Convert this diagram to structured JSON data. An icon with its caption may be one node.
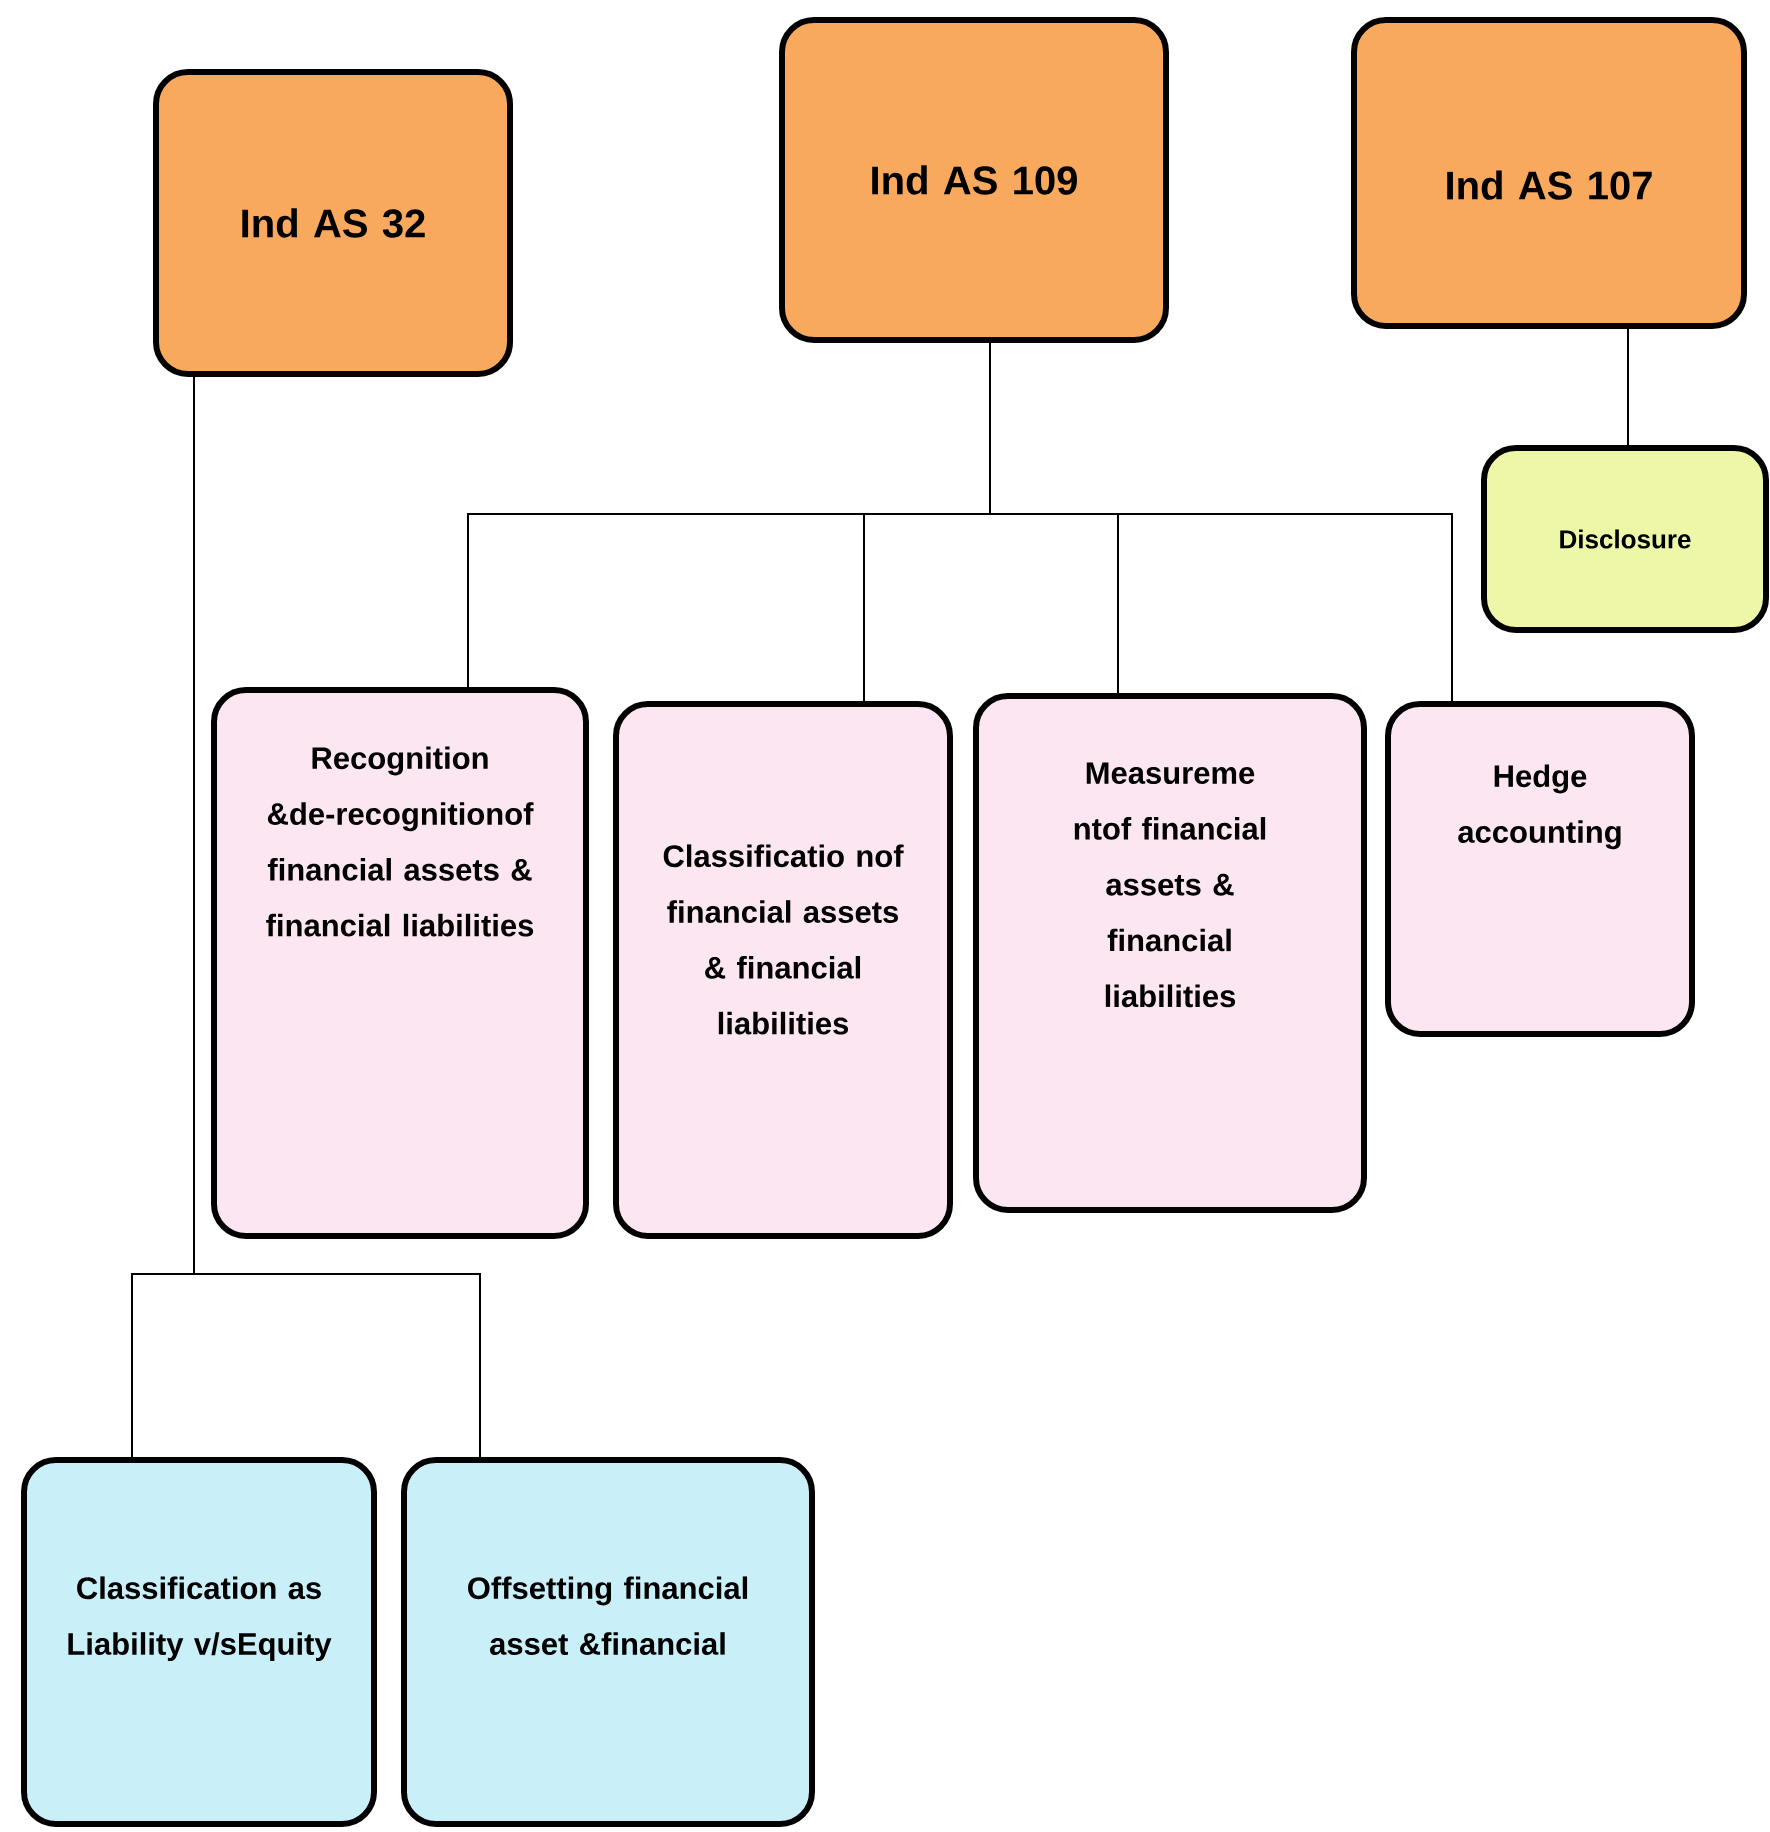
{
  "diagram": {
    "nodes": [
      {
        "text": [
          "Ind AS 32"
        ]
      },
      {
        "text": [
          "Ind AS 109"
        ]
      },
      {
        "text": [
          "Ind AS 107"
        ]
      },
      {
        "text": [
          "Disclosure"
        ]
      },
      {
        "text": [
          "Recognition &de-recognitionof financial assets & financial liabilities"
        ]
      },
      {
        "text": [
          "Classificatio nof financial assets & financial liabilities"
        ]
      },
      {
        "text": [
          "Measureme ntof financial assets & financial liabilities"
        ]
      },
      {
        "text": [
          "Hedge accounting"
        ]
      },
      {
        "text": [
          "Classification as Liability v/sEquity"
        ]
      },
      {
        "text": [
          "Offsetting financial asset &financial"
        ]
      }
    ],
    "edges": [
      {
        "from": 1,
        "to": 4,
        "arrow": "none"
      },
      {
        "from": 1,
        "to": 5,
        "arrow": "none"
      },
      {
        "from": 1,
        "to": 6,
        "arrow": "none"
      },
      {
        "from": 1,
        "to": 7,
        "arrow": "none"
      },
      {
        "from": 2,
        "to": 3,
        "arrow": "none"
      },
      {
        "from": 0,
        "to": 8,
        "arrow": "none"
      },
      {
        "from": 0,
        "to": 9,
        "arrow": "none"
      }
    ]
  }
}
